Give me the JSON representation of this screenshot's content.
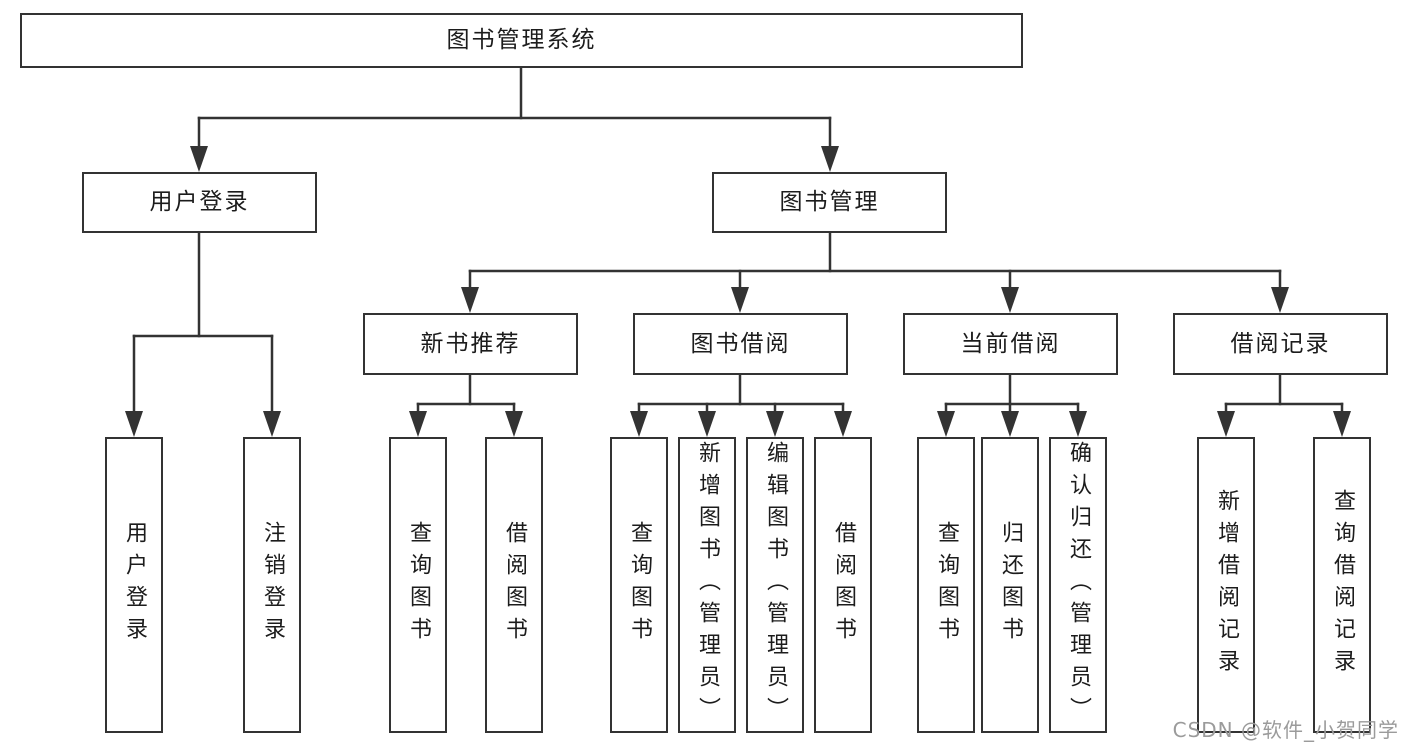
{
  "diagram": {
    "root": {
      "label": "图书管理系统"
    },
    "level2": [
      {
        "id": "user-login",
        "label": "用户登录"
      },
      {
        "id": "book-management",
        "label": "图书管理"
      }
    ],
    "level3": [
      {
        "id": "new-book-recommend",
        "label": "新书推荐",
        "parent": "图书管理"
      },
      {
        "id": "book-borrow",
        "label": "图书借阅",
        "parent": "图书管理"
      },
      {
        "id": "current-borrow",
        "label": "当前借阅",
        "parent": "图书管理"
      },
      {
        "id": "borrow-records",
        "label": "借阅记录",
        "parent": "图书管理"
      }
    ],
    "leaves": [
      {
        "label": "用户登录",
        "parent": "用户登录"
      },
      {
        "label": "注销登录",
        "parent": "用户登录"
      },
      {
        "label": "查询图书",
        "parent": "新书推荐"
      },
      {
        "label": "借阅图书",
        "parent": "新书推荐"
      },
      {
        "label": "查询图书",
        "parent": "图书借阅"
      },
      {
        "label": "新增图书（管理员）",
        "parent": "图书借阅"
      },
      {
        "label": "编辑图书（管理员）",
        "parent": "图书借阅"
      },
      {
        "label": "借阅图书",
        "parent": "图书借阅"
      },
      {
        "label": "查询图书",
        "parent": "当前借阅"
      },
      {
        "label": "归还图书",
        "parent": "当前借阅"
      },
      {
        "label": "确认归还（管理员）",
        "parent": "当前借阅"
      },
      {
        "label": "新增借阅记录",
        "parent": "借阅记录"
      },
      {
        "label": "查询借阅记录",
        "parent": "借阅记录"
      }
    ],
    "watermark": "CSDN @软件_小贺同学",
    "colors": {
      "line": "#333333",
      "border": "#333333",
      "text": "#1c1c1c",
      "watermark": "#9b9b9b",
      "background": "#ffffff"
    }
  }
}
